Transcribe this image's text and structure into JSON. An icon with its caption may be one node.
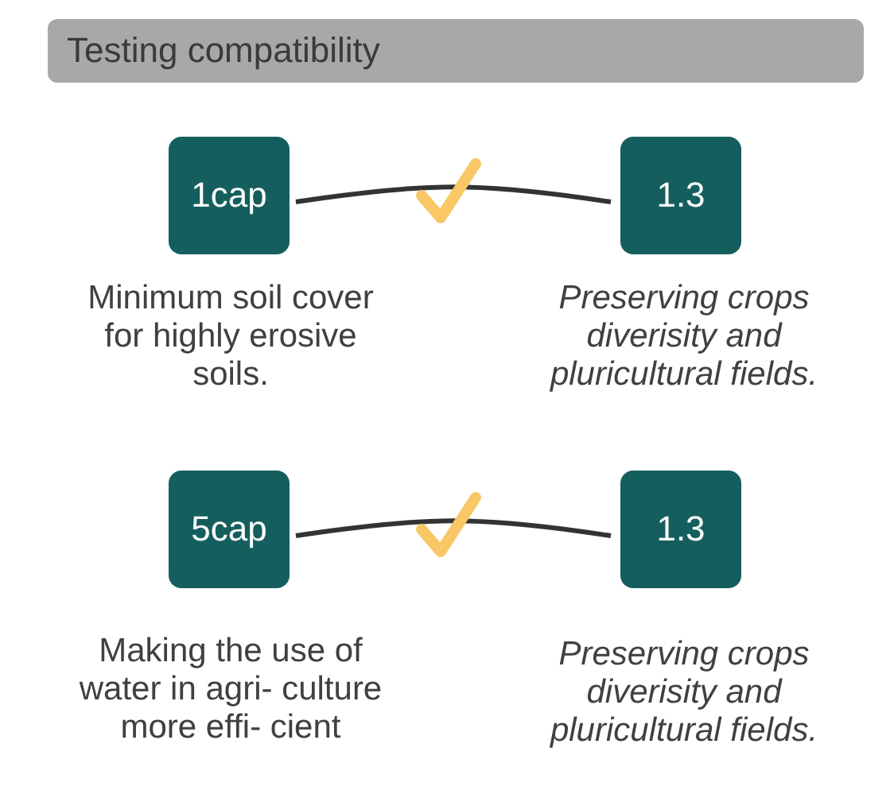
{
  "diagram": {
    "nodes": [
      {
        "text": [
          "Testing compatibility"
        ]
      },
      {
        "text": [
          "1cap"
        ],
        "beside": [
          "Minimum soil cover for highly erosive soils."
        ]
      },
      {
        "text": [
          "1.3"
        ],
        "beside": [
          "Preserving crops diverisity and pluricultural fields."
        ]
      },
      {
        "text": [
          "5cap"
        ],
        "beside": [
          "Making the use of water in agri- culture more effi- cient"
        ]
      },
      {
        "text": [
          "1.3"
        ],
        "beside": [
          "Preserving crops diverisity and pluricultural fields."
        ]
      }
    ],
    "edges": [
      {
        "from": 1,
        "to": 2,
        "arrow": "none"
      },
      {
        "from": 3,
        "to": 4,
        "arrow": "none"
      }
    ]
  }
}
